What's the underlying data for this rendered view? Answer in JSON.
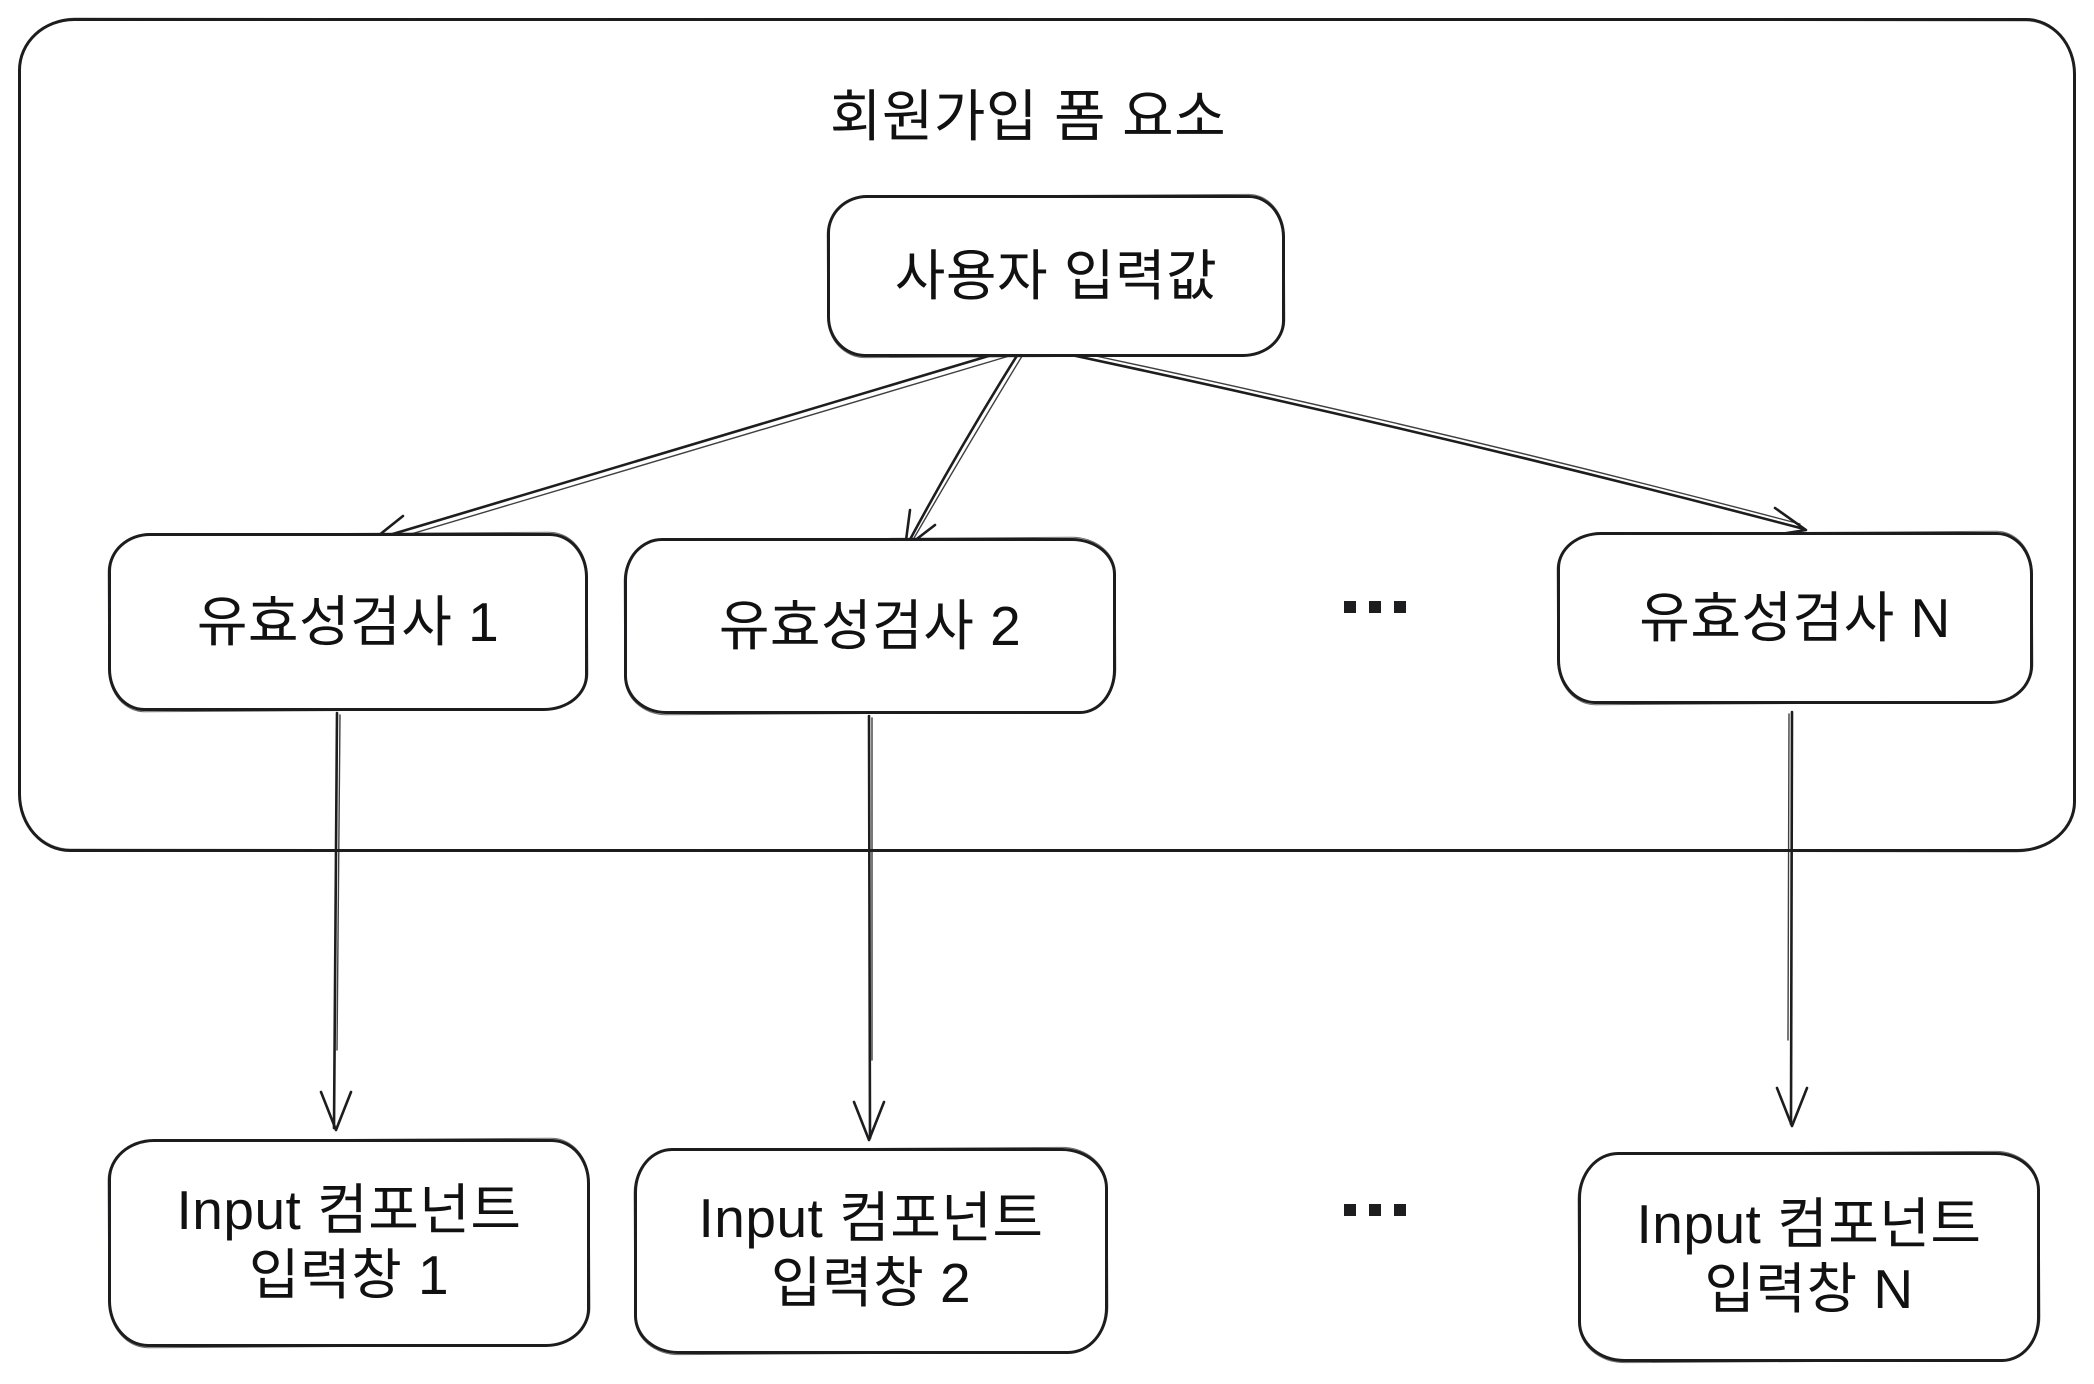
{
  "diagram": {
    "title": "회원가입 폼 요소",
    "nodes": {
      "user_input": {
        "label": "사용자 입력값"
      },
      "validation_1": {
        "label": "유효성검사 1"
      },
      "validation_2": {
        "label": "유효성검사 2"
      },
      "validation_n": {
        "label": "유효성검사 N"
      },
      "input_1": {
        "label": "Input 컴포넌트\n입력창 1"
      },
      "input_2": {
        "label": "Input 컴포넌트\n입력창 2"
      },
      "input_n": {
        "label": "Input 컴포넌트\n입력창 N"
      }
    },
    "ellipsis": "...",
    "colors": {
      "stroke": "#1d1d1f",
      "text": "#111111",
      "background": "#ffffff"
    }
  }
}
